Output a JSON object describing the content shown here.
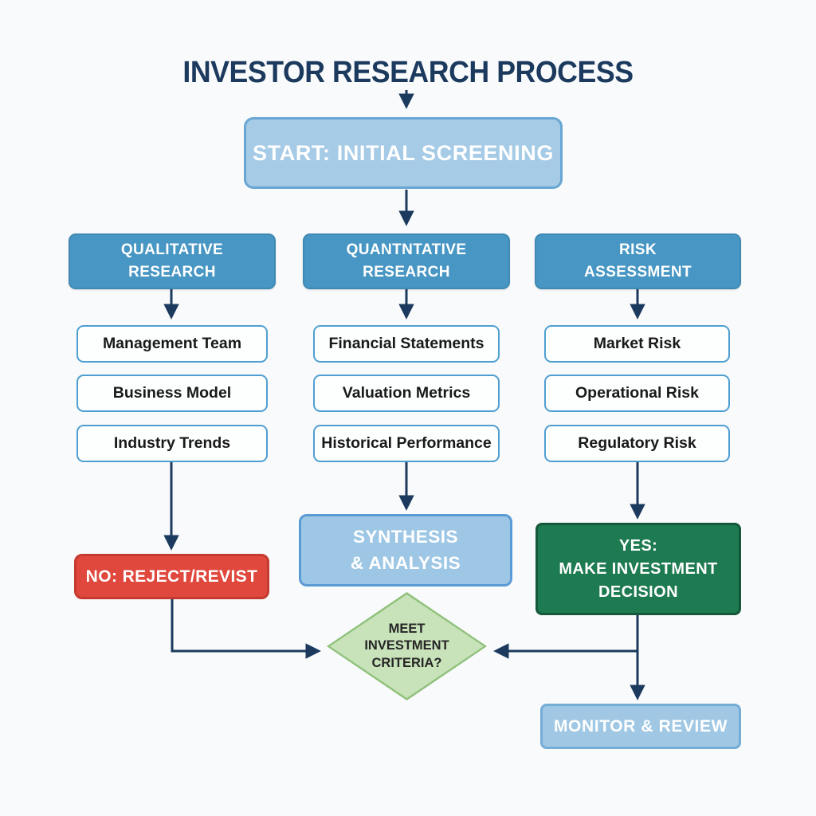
{
  "title": "INVESTOR RESEARCH PROCESS",
  "start": {
    "label": "START: INITIAL SCREENING"
  },
  "columns": [
    {
      "header": "QUALITATIVE\nRESEARCH",
      "items": [
        "Management Team",
        "Business Model",
        "Industry Trends"
      ]
    },
    {
      "header": "QUANTNTATIVE\nRESEARCH",
      "items": [
        "Financial Statements",
        "Valuation Metrics",
        "Historical Performance"
      ]
    },
    {
      "header": "RISK\nASSESSMENT",
      "items": [
        "Market Risk",
        "Operational Risk",
        "Regulatory Risk"
      ]
    }
  ],
  "outcomes": {
    "reject": "NO: REJECT/REVIST",
    "synthesis": "SYNTHESIS\n& ANALYSIS",
    "decision": "YES:\nMAKE INVESTMENT\nDECISION",
    "criteria": "MEET\nINVESTMENT\nCRITERIA?",
    "monitor": "MONITOR & REVIEW"
  },
  "colors": {
    "navy_text_arrows": "#1b3a5e",
    "header_blue": "#4796c3",
    "start_light_blue": "#a6cbe6",
    "synthesis_blue": "#9ec7e5",
    "monitor_blue": "#a0c8e4",
    "sub_box_border": "#4e9fd1",
    "reject_red": "#e0483d",
    "decision_green": "#1e7a50",
    "diamond_fill": "#c8e2ba",
    "diamond_border": "#8fc17b",
    "background": "#f9fafb"
  }
}
